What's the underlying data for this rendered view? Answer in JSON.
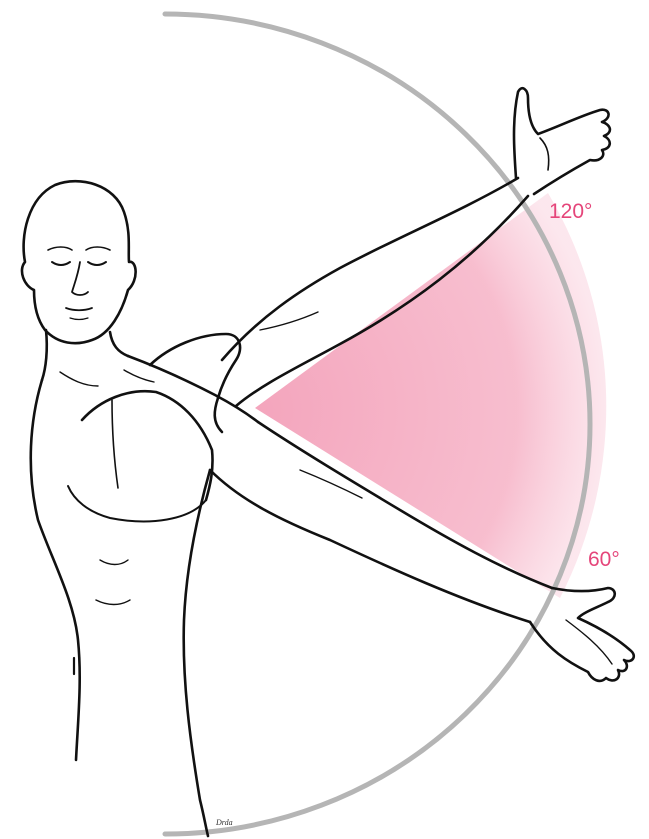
{
  "angles": {
    "upper_label": "120°",
    "lower_label": "60°",
    "range_start_deg": 60,
    "range_end_deg": 120
  },
  "colors": {
    "label": "#e5457a",
    "sector_fill": "#f4a9c0",
    "arc_stroke": "#b5b5b5",
    "outline": "#111111"
  },
  "signature": "Drda"
}
